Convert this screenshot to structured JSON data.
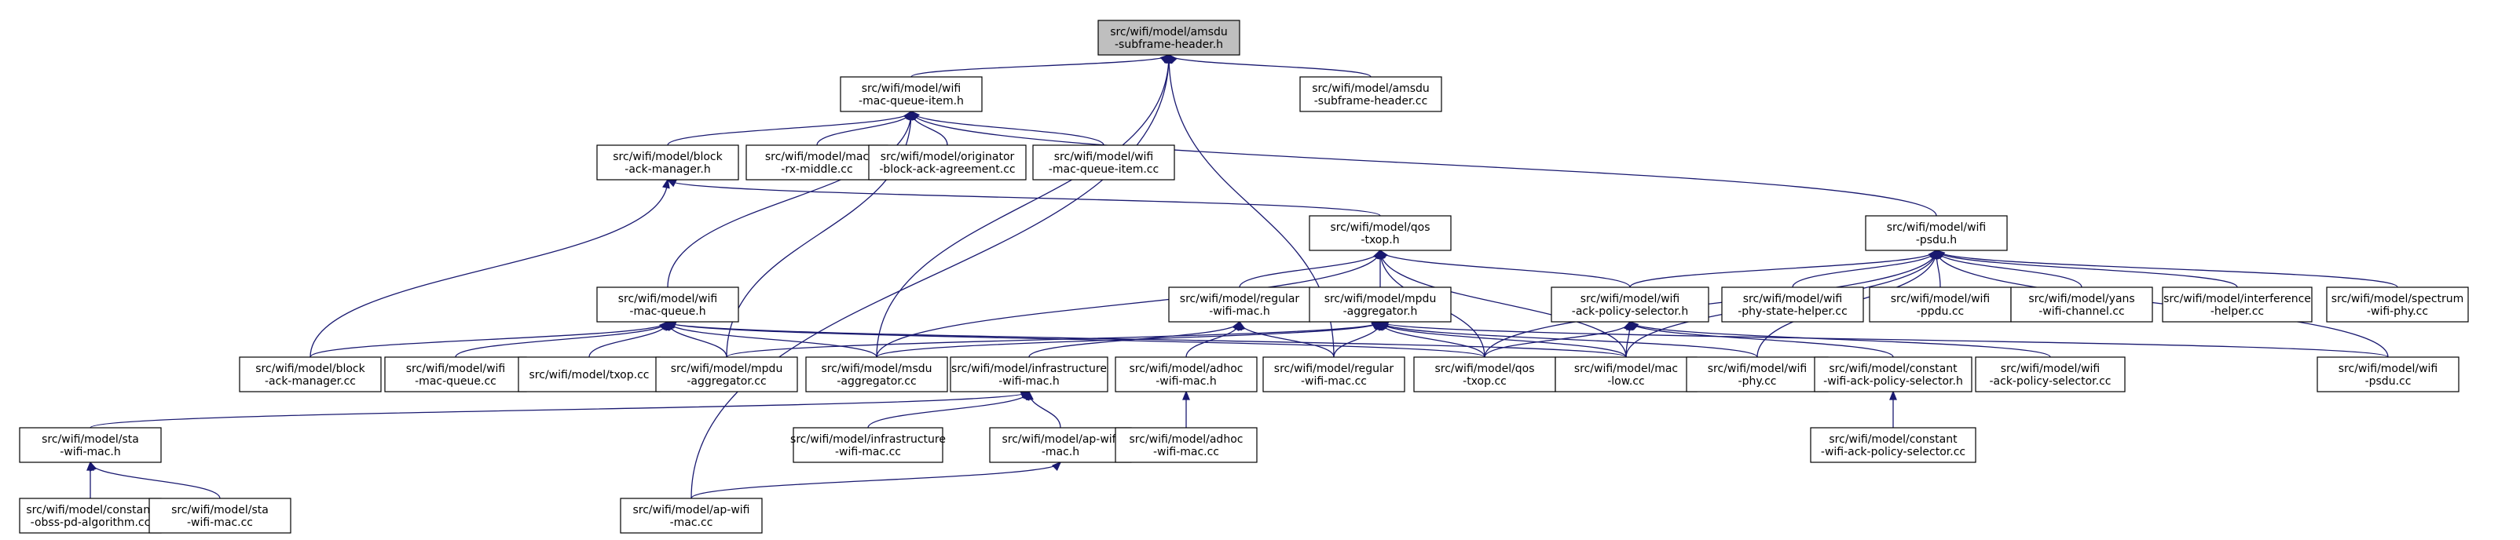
{
  "colors": {
    "edge": "#191970",
    "node_border": "#000000",
    "root_fill": "#bfbfbf",
    "node_fill": "#ffffff"
  },
  "nodes": [
    {
      "id": "n0",
      "lines": [
        "src/wifi/model/amsdu",
        "-subframe-header.h"
      ],
      "root": true
    },
    {
      "id": "n1",
      "lines": [
        "src/wifi/model/wifi",
        "-mac-queue-item.h"
      ]
    },
    {
      "id": "n2",
      "lines": [
        "src/wifi/model/amsdu",
        "-subframe-header.cc"
      ]
    },
    {
      "id": "n3",
      "lines": [
        "src/wifi/model/block",
        "-ack-manager.h"
      ]
    },
    {
      "id": "n4",
      "lines": [
        "src/wifi/model/mac",
        "-rx-middle.cc"
      ]
    },
    {
      "id": "n5",
      "lines": [
        "src/wifi/model/originator",
        "-block-ack-agreement.cc"
      ]
    },
    {
      "id": "n6",
      "lines": [
        "src/wifi/model/wifi",
        "-mac-queue-item.cc"
      ]
    },
    {
      "id": "n7",
      "lines": [
        "src/wifi/model/qos",
        "-txop.h"
      ]
    },
    {
      "id": "n8",
      "lines": [
        "src/wifi/model/wifi",
        "-psdu.h"
      ]
    },
    {
      "id": "n9",
      "lines": [
        "src/wifi/model/wifi",
        "-mac-queue.h"
      ]
    },
    {
      "id": "n10",
      "lines": [
        "src/wifi/model/regular",
        "-wifi-mac.h"
      ]
    },
    {
      "id": "n11",
      "lines": [
        "src/wifi/model/mpdu",
        "-aggregator.h"
      ]
    },
    {
      "id": "n12",
      "lines": [
        "src/wifi/model/wifi",
        "-ack-policy-selector.h"
      ]
    },
    {
      "id": "n13",
      "lines": [
        "src/wifi/model/wifi",
        "-phy-state-helper.cc"
      ]
    },
    {
      "id": "n14",
      "lines": [
        "src/wifi/model/wifi",
        "-ppdu.cc"
      ]
    },
    {
      "id": "n15",
      "lines": [
        "src/wifi/model/yans",
        "-wifi-channel.cc"
      ]
    },
    {
      "id": "n16",
      "lines": [
        "src/wifi/model/interference",
        "-helper.cc"
      ]
    },
    {
      "id": "n17",
      "lines": [
        "src/wifi/model/spectrum",
        "-wifi-phy.cc"
      ]
    },
    {
      "id": "n18",
      "lines": [
        "src/wifi/model/block",
        "-ack-manager.cc"
      ]
    },
    {
      "id": "n19",
      "lines": [
        "src/wifi/model/wifi",
        "-mac-queue.cc"
      ]
    },
    {
      "id": "n20",
      "lines": [
        "src/wifi/model/txop.cc"
      ]
    },
    {
      "id": "n21",
      "lines": [
        "src/wifi/model/mpdu",
        "-aggregator.cc"
      ]
    },
    {
      "id": "n22",
      "lines": [
        "src/wifi/model/msdu",
        "-aggregator.cc"
      ]
    },
    {
      "id": "n23",
      "lines": [
        "src/wifi/model/infrastructure",
        "-wifi-mac.h"
      ]
    },
    {
      "id": "n24",
      "lines": [
        "src/wifi/model/adhoc",
        "-wifi-mac.h"
      ]
    },
    {
      "id": "n25",
      "lines": [
        "src/wifi/model/regular",
        "-wifi-mac.cc"
      ]
    },
    {
      "id": "n26",
      "lines": [
        "src/wifi/model/qos",
        "-txop.cc"
      ]
    },
    {
      "id": "n27",
      "lines": [
        "src/wifi/model/mac",
        "-low.cc"
      ]
    },
    {
      "id": "n28",
      "lines": [
        "src/wifi/model/wifi",
        "-phy.cc"
      ]
    },
    {
      "id": "n29",
      "lines": [
        "src/wifi/model/constant",
        "-wifi-ack-policy-selector.h"
      ]
    },
    {
      "id": "n30",
      "lines": [
        "src/wifi/model/wifi",
        "-ack-policy-selector.cc"
      ]
    },
    {
      "id": "n31",
      "lines": [
        "src/wifi/model/wifi",
        "-psdu.cc"
      ]
    },
    {
      "id": "n32",
      "lines": [
        "src/wifi/model/sta",
        "-wifi-mac.h"
      ]
    },
    {
      "id": "n33",
      "lines": [
        "src/wifi/model/infrastructure",
        "-wifi-mac.cc"
      ]
    },
    {
      "id": "n34",
      "lines": [
        "src/wifi/model/ap-wifi",
        "-mac.h"
      ]
    },
    {
      "id": "n35",
      "lines": [
        "src/wifi/model/adhoc",
        "-wifi-mac.cc"
      ]
    },
    {
      "id": "n36",
      "lines": [
        "src/wifi/model/constant",
        "-wifi-ack-policy-selector.cc"
      ]
    },
    {
      "id": "n37",
      "lines": [
        "src/wifi/model/constant",
        "-obss-pd-algorithm.cc"
      ]
    },
    {
      "id": "n38",
      "lines": [
        "src/wifi/model/sta",
        "-wifi-mac.cc"
      ]
    },
    {
      "id": "n39",
      "lines": [
        "src/wifi/model/ap-wifi",
        "-mac.cc"
      ]
    }
  ],
  "edges": [
    [
      "n0",
      "n1"
    ],
    [
      "n0",
      "n2"
    ],
    [
      "n0",
      "n22"
    ],
    [
      "n0",
      "n25"
    ],
    [
      "n0",
      "n39"
    ],
    [
      "n1",
      "n3"
    ],
    [
      "n1",
      "n4"
    ],
    [
      "n1",
      "n5"
    ],
    [
      "n1",
      "n6"
    ],
    [
      "n1",
      "n8"
    ],
    [
      "n1",
      "n9"
    ],
    [
      "n1",
      "n21"
    ],
    [
      "n3",
      "n7"
    ],
    [
      "n3",
      "n18"
    ],
    [
      "n7",
      "n10"
    ],
    [
      "n7",
      "n11"
    ],
    [
      "n7",
      "n12"
    ],
    [
      "n7",
      "n22"
    ],
    [
      "n7",
      "n26"
    ],
    [
      "n7",
      "n27"
    ],
    [
      "n8",
      "n12"
    ],
    [
      "n8",
      "n13"
    ],
    [
      "n8",
      "n14"
    ],
    [
      "n8",
      "n15"
    ],
    [
      "n8",
      "n16"
    ],
    [
      "n8",
      "n17"
    ],
    [
      "n8",
      "n26"
    ],
    [
      "n8",
      "n27"
    ],
    [
      "n8",
      "n28"
    ],
    [
      "n8",
      "n31"
    ],
    [
      "n9",
      "n18"
    ],
    [
      "n9",
      "n19"
    ],
    [
      "n9",
      "n20"
    ],
    [
      "n9",
      "n21"
    ],
    [
      "n9",
      "n22"
    ],
    [
      "n9",
      "n26"
    ],
    [
      "n9",
      "n27"
    ],
    [
      "n10",
      "n23"
    ],
    [
      "n10",
      "n24"
    ],
    [
      "n10",
      "n25"
    ],
    [
      "n11",
      "n21"
    ],
    [
      "n11",
      "n22"
    ],
    [
      "n11",
      "n25"
    ],
    [
      "n11",
      "n26"
    ],
    [
      "n11",
      "n27"
    ],
    [
      "n11",
      "n28"
    ],
    [
      "n11",
      "n31"
    ],
    [
      "n12",
      "n26"
    ],
    [
      "n12",
      "n27"
    ],
    [
      "n12",
      "n29"
    ],
    [
      "n12",
      "n30"
    ],
    [
      "n23",
      "n32"
    ],
    [
      "n23",
      "n33"
    ],
    [
      "n23",
      "n34"
    ],
    [
      "n24",
      "n35"
    ],
    [
      "n29",
      "n36"
    ],
    [
      "n32",
      "n37"
    ],
    [
      "n32",
      "n38"
    ],
    [
      "n34",
      "n39"
    ]
  ]
}
